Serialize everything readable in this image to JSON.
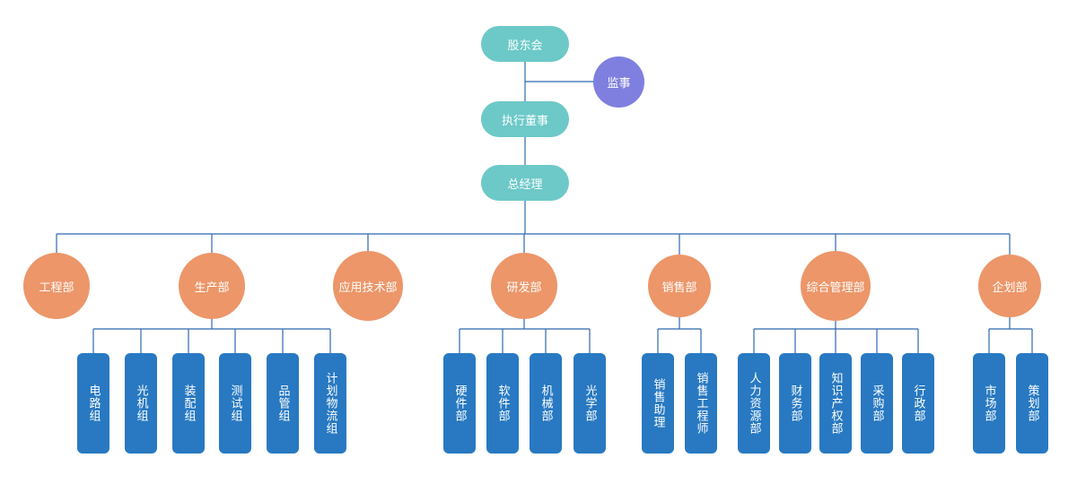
{
  "colors": {
    "line": "#2f67b1",
    "top": "#6cc9c8",
    "supervisor": "#7f7fe0",
    "dept": "#ec9669",
    "sub": "#2879c2"
  },
  "top": {
    "shareholders": "股东会",
    "supervisor": "监事",
    "director": "执行董事",
    "gm": "总经理"
  },
  "departments": [
    {
      "name": "工程部",
      "subs": []
    },
    {
      "name": "生产部",
      "subs": [
        "电路组",
        "光机组",
        "装配组",
        "测试组",
        "品管组",
        "计划物流组"
      ]
    },
    {
      "name": "应用技术部",
      "subs": []
    },
    {
      "name": "研发部",
      "subs": [
        "硬件部",
        "软件部",
        "机械部",
        "光学部"
      ]
    },
    {
      "name": "销售部",
      "subs": [
        "销售助理",
        "销售工程师"
      ]
    },
    {
      "name": "综合管理部",
      "subs": [
        "人力资源部",
        "财务部",
        "知识产权部",
        "采购部",
        "行政部"
      ]
    },
    {
      "name": "企划部",
      "subs": [
        "市场部",
        "策划部"
      ]
    }
  ]
}
